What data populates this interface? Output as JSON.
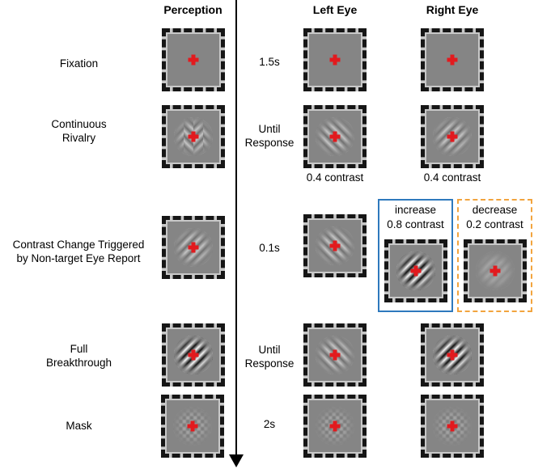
{
  "figure": {
    "headers": {
      "perception": "Perception",
      "left_eye": "Left Eye",
      "right_eye": "Right Eye"
    },
    "rows": [
      {
        "name": "fixation",
        "label_lines": [
          "Fixation"
        ],
        "duration_lines": [
          "1.5s"
        ],
        "stimuli": {
          "perception": "gray-field-fixation-cross",
          "left_eye": "gray-field-fixation-cross",
          "right_eye": "gray-field-fixation-cross"
        }
      },
      {
        "name": "continuous-rivalry",
        "label_lines": [
          "Continuous",
          "Rivalry"
        ],
        "duration_lines": [
          "Until",
          "Response"
        ],
        "left_contrast_label": "0.4 contrast",
        "right_contrast_label": "0.4 contrast",
        "stimuli": {
          "perception": "piecemeal-rivalry-mixed-grating",
          "left_eye": "grating-135deg-0.4-contrast",
          "right_eye": "grating-45deg-0.4-contrast"
        }
      },
      {
        "name": "contrast-change-triggered",
        "label_lines": [
          "Contrast Change Triggered",
          "by Non-target Eye Report"
        ],
        "duration_lines": [
          "0.1s"
        ],
        "increase_box": {
          "lines": [
            "increase",
            "0.8 contrast"
          ]
        },
        "decrease_box": {
          "lines": [
            "decrease",
            "0.2 contrast"
          ]
        },
        "stimuli": {
          "perception": "grating-45deg-0.4-contrast",
          "left_eye": "grating-135deg-0.4-contrast",
          "increase_option": "grating-45deg-0.8-contrast",
          "decrease_option": "grating-45deg-0.2-contrast"
        }
      },
      {
        "name": "full-breakthrough",
        "label_lines": [
          "Full",
          "Breakthrough"
        ],
        "duration_lines": [
          "Until",
          "Response"
        ],
        "stimuli": {
          "perception": "grating-45deg-0.8-contrast",
          "left_eye": "grating-135deg-0.4-contrast",
          "right_eye": "grating-45deg-0.8-contrast"
        }
      },
      {
        "name": "mask",
        "label_lines": [
          "Mask"
        ],
        "duration_lines": [
          "2s"
        ],
        "stimuli": {
          "perception": "checkerboard-noise-mask",
          "left_eye": "checkerboard-noise-mask",
          "right_eye": "checkerboard-noise-mask"
        }
      }
    ],
    "colors": {
      "increase_box_border": "#2e79bd",
      "decrease_box_border": "#f2a43e",
      "fixation_cross": "#e21a1e",
      "stimulus_outer_bg": "#c8c8c8",
      "stimulus_inner_bg": "#858585",
      "timeline": "#000000"
    }
  }
}
